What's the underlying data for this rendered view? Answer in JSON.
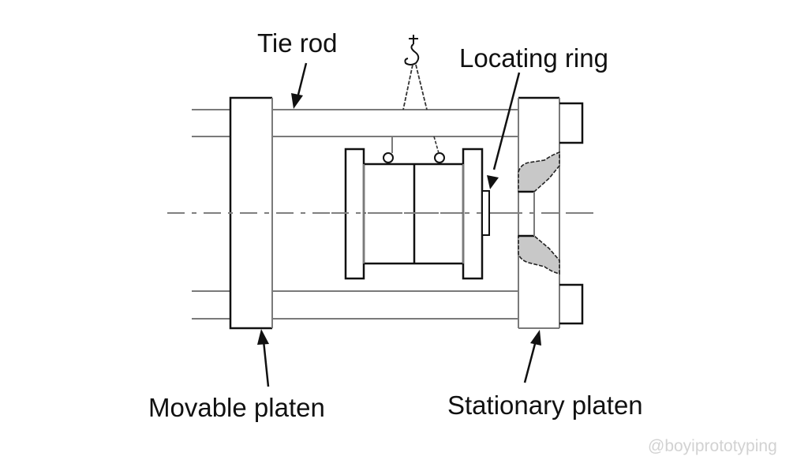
{
  "diagram": {
    "title": "Injection molding machine clamping unit – mold mounting",
    "labels": {
      "tie_rod": "Tie rod",
      "locating_ring": "Locating ring",
      "movable_platen": "Movable platen",
      "stationary_platen": "Stationary platen"
    },
    "components": [
      {
        "name": "Tie rod",
        "count": 2,
        "position": "upper and lower"
      },
      {
        "name": "Movable platen",
        "side": "left"
      },
      {
        "name": "Mold (two halves)",
        "side": "center"
      },
      {
        "name": "Locating ring",
        "side": "right of mold"
      },
      {
        "name": "Stationary platen",
        "side": "right"
      },
      {
        "name": "Crane hook",
        "position": "top center"
      }
    ],
    "colors": {
      "outline": "#111111",
      "rod_line": "#7a7a7a",
      "nozzle_shading": "#c8c8c8",
      "watermark": "#d2d2d2"
    },
    "watermark": "@boyiprototyping"
  }
}
